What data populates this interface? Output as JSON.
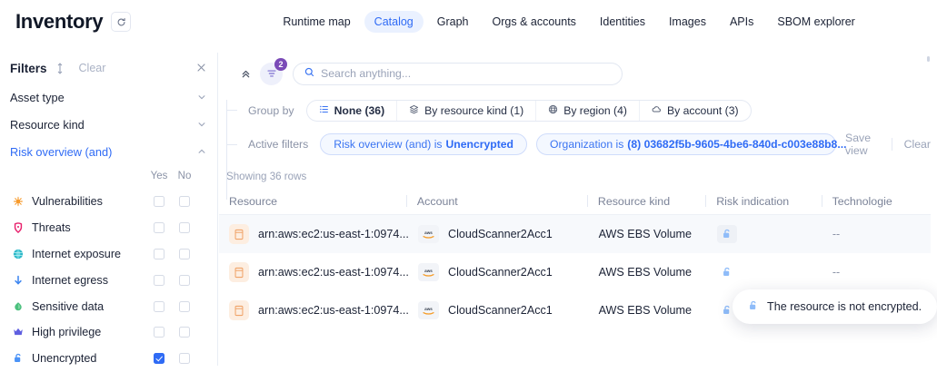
{
  "header": {
    "title": "Inventory",
    "refresh_icon": "refresh-icon",
    "nav": [
      {
        "label": "Runtime map",
        "active": false
      },
      {
        "label": "Catalog",
        "active": true
      },
      {
        "label": "Graph",
        "active": false
      },
      {
        "label": "Orgs & accounts",
        "active": false
      },
      {
        "label": "Identities",
        "active": false
      },
      {
        "label": "Images",
        "active": false
      },
      {
        "label": "APIs",
        "active": false
      },
      {
        "label": "SBOM explorer",
        "active": false
      }
    ]
  },
  "sidebar": {
    "title": "Filters",
    "clear_label": "Clear",
    "drag_icon": "drag-handle-icon",
    "close_icon": "close-icon",
    "sections": [
      {
        "label": "Asset type",
        "open": false
      },
      {
        "label": "Resource kind",
        "open": false
      },
      {
        "label": "Risk overview (and)",
        "open": true
      }
    ],
    "column_yes": "Yes",
    "column_no": "No",
    "risk_items": [
      {
        "label": "Vulnerabilities",
        "icon": "bug-icon",
        "color": "#f79a2b",
        "yes": false,
        "no": false
      },
      {
        "label": "Threats",
        "icon": "threat-shield-icon",
        "color": "#e8206c",
        "yes": false,
        "no": false
      },
      {
        "label": "Internet exposure",
        "icon": "globe-icon",
        "color": "#2eb8c8",
        "yes": false,
        "no": false
      },
      {
        "label": "Internet egress",
        "icon": "arrow-down-icon",
        "color": "#3d86f0",
        "yes": false,
        "no": false
      },
      {
        "label": "Sensitive data",
        "icon": "sensitive-data-icon",
        "color": "#4bc07e",
        "yes": false,
        "no": false
      },
      {
        "label": "High privilege",
        "icon": "crown-icon",
        "color": "#5f5fe0",
        "yes": false,
        "no": false
      },
      {
        "label": "Unencrypted",
        "icon": "unlock-icon",
        "color": "#4b93f7",
        "yes": true,
        "no": false
      }
    ]
  },
  "toolbar": {
    "collapse_icon": "collapse-chevrons-icon",
    "filter_icon": "filter-icon",
    "filter_badge": "2",
    "search_icon": "search-icon",
    "search_placeholder": "Search anything...",
    "group_by_label": "Group by",
    "group_by_options": [
      {
        "label": "None (36)",
        "icon": "list-icon",
        "active": true
      },
      {
        "label": "By resource kind (1)",
        "icon": "layers-icon",
        "active": false
      },
      {
        "label": "By region (4)",
        "icon": "globe-icon",
        "active": false
      },
      {
        "label": "By account (3)",
        "icon": "cloud-icon",
        "active": false
      }
    ],
    "active_filters_label": "Active filters",
    "chips": [
      {
        "prefix": "Risk overview (and) is",
        "value": "Unencrypted"
      },
      {
        "prefix": "Organization is",
        "value": "(8) 03682f5b-9605-4be6-840d-c003e88b8..."
      }
    ],
    "save_view_label": "Save view",
    "clear_label": "Clear"
  },
  "table": {
    "showing": "Showing 36 rows",
    "columns": [
      "Resource",
      "Account",
      "Resource kind",
      "Risk indication",
      "Technologie"
    ],
    "rows": [
      {
        "resource": "arn:aws:ec2:us-east-1:0974...",
        "resource_icon": "ebs-volume-icon",
        "account": "CloudScanner2Acc1",
        "account_icon": "aws-logo-icon",
        "kind": "AWS EBS Volume",
        "risk_icon": "unlock-icon",
        "technologies": "--",
        "hovered": true
      },
      {
        "resource": "arn:aws:ec2:us-east-1:0974...",
        "resource_icon": "ebs-volume-icon",
        "account": "CloudScanner2Acc1",
        "account_icon": "aws-logo-icon",
        "kind": "AWS EBS Volume",
        "risk_icon": "unlock-icon",
        "technologies": "--",
        "hovered": false
      },
      {
        "resource": "arn:aws:ec2:us-east-1:0974...",
        "resource_icon": "ebs-volume-icon",
        "account": "CloudScanner2Acc1",
        "account_icon": "aws-logo-icon",
        "kind": "AWS EBS Volume",
        "risk_icon": "unlock-icon",
        "technologies": "--",
        "hovered": false
      }
    ]
  },
  "tooltip": {
    "text": "The resource is not encrypted.",
    "icon": "unlock-icon"
  },
  "colors": {
    "accent": "#2f6bf5",
    "chip_bg": "#f4f8ff",
    "badge": "#7b4bb7"
  }
}
